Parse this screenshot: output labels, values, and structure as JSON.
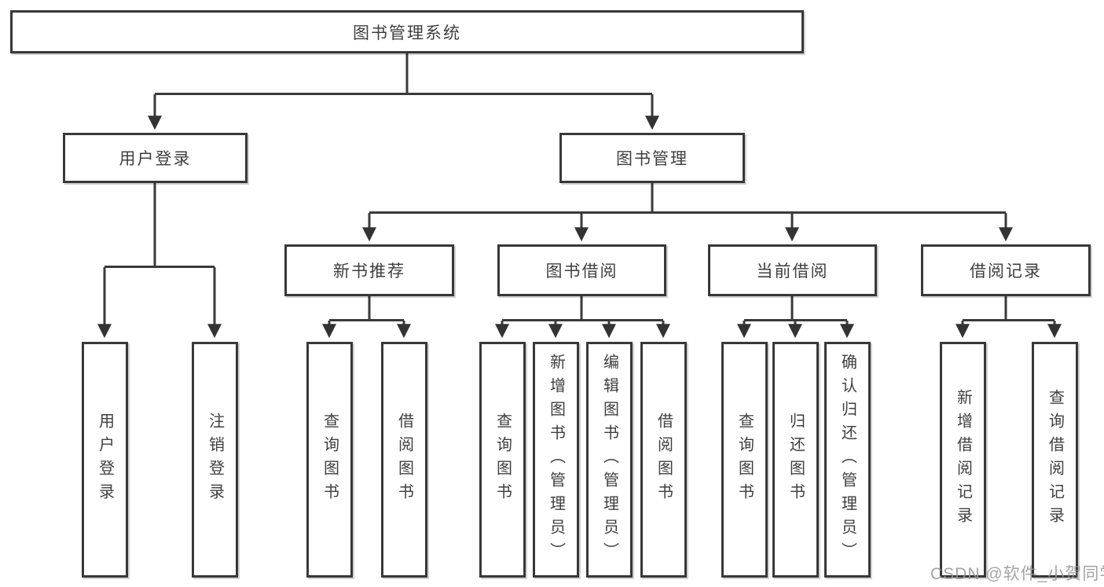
{
  "diagram": {
    "root": "图书管理系统",
    "l2": [
      "用户登录",
      "图书管理"
    ],
    "login_children": [
      "用户登录",
      "注销登录"
    ],
    "l3": [
      "新书推荐",
      "图书借阅",
      "当前借阅",
      "借阅记录"
    ],
    "recommend_children": [
      "查询图书",
      "借阅图书"
    ],
    "borrow_children": [
      "查询图书",
      "新增图书（管理员）",
      "编辑图书（管理员）",
      "借阅图书"
    ],
    "current_children": [
      "查询图书",
      "归还图书",
      "确认归还（管理员）"
    ],
    "records_children": [
      "新增借阅记录",
      "查询借阅记录"
    ]
  },
  "watermark": "CSDN @软件_小贺同学",
  "colors": {
    "line": "#3a3a3a",
    "border": "#383838",
    "text": "#3f3f3f",
    "watermark": "#949494",
    "background": "#ffffff"
  }
}
